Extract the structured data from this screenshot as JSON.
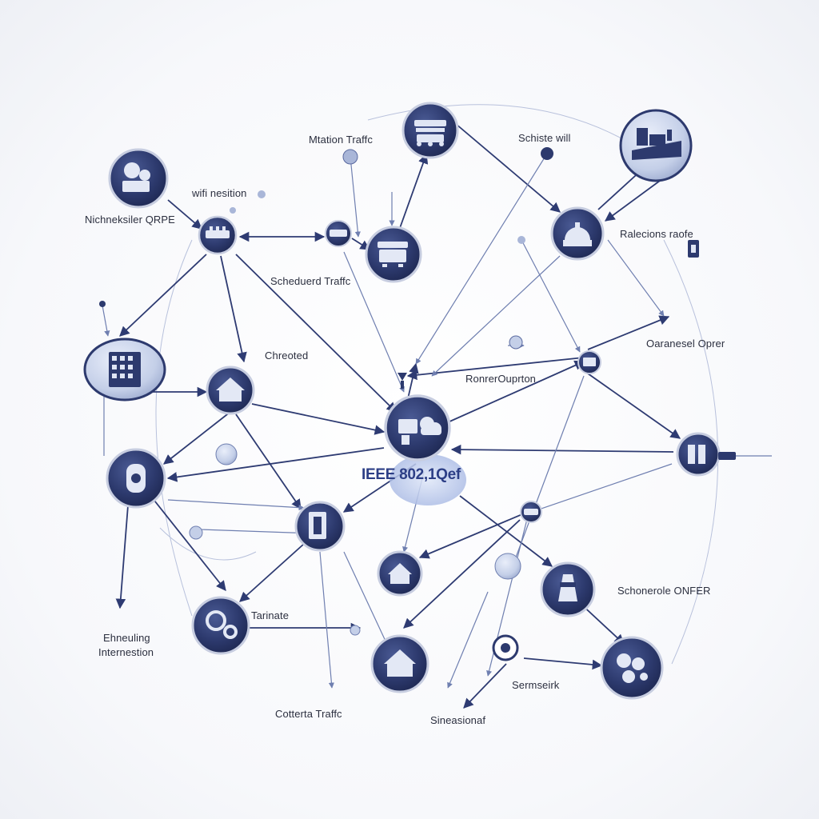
{
  "labels": {
    "station_traffic": "Mtation Traffc",
    "schiste_will": "Schiste will",
    "wifi_nesition": "wifi nesition",
    "nichneksiler": "Nichneksiler QRPE",
    "scheduled_traffic": "Scheduerd Traffc",
    "ralecions_raofe": "Ralecions raofe",
    "chreoted": "Chreoted",
    "oaranesel_oprer": "Oaranesel Oprer",
    "rontrer_ouprton": "RonrerOuprton",
    "ieee_standard": "IEEE 802,1Qef",
    "schonerole_onfer": "Schonerole ONFER",
    "tarinate": "Tarinate",
    "ehneuling": "Ehneuling",
    "internestion": "Internestion",
    "sermseirk": "Sermseirk",
    "cotterta_traffic": "Cotterta Traffc",
    "sineasionaf": "Sineasionaf"
  },
  "colors": {
    "node_fill": "#2d3a6e",
    "node_ring": "#c7cde0",
    "edge": "#2e3b72",
    "edge_faint": "#8e9cc4",
    "accent_glow": "#c9d6f2"
  },
  "nodes": [
    {
      "id": "top-conveyor",
      "icon": "conveyor-icon",
      "kind": "hub"
    },
    {
      "id": "top-right-factory",
      "icon": "factory-icon",
      "kind": "hub"
    },
    {
      "id": "left-top-gear",
      "icon": "gear-icon",
      "kind": "hub"
    },
    {
      "id": "left-switch",
      "icon": "switch-icon",
      "kind": "device"
    },
    {
      "id": "small-router",
      "icon": "router-icon",
      "kind": "device"
    },
    {
      "id": "mid-machine",
      "icon": "machine-icon",
      "kind": "hub"
    },
    {
      "id": "right-dome",
      "icon": "dome-building-icon",
      "kind": "hub"
    },
    {
      "id": "left-building",
      "icon": "office-building-icon",
      "kind": "hub"
    },
    {
      "id": "house-left",
      "icon": "house-icon",
      "kind": "hub"
    },
    {
      "id": "center-cloud",
      "icon": "cloud-factory-icon",
      "kind": "core"
    },
    {
      "id": "small-switch-right",
      "icon": "switch-icon",
      "kind": "device"
    },
    {
      "id": "right-server",
      "icon": "server-icon",
      "kind": "hub"
    },
    {
      "id": "left-speaker",
      "icon": "speaker-icon",
      "kind": "hub"
    },
    {
      "id": "center-door",
      "icon": "door-icon",
      "kind": "hub"
    },
    {
      "id": "small-connector",
      "icon": "connector-icon",
      "kind": "device"
    },
    {
      "id": "small-house",
      "icon": "house-icon",
      "kind": "hub"
    },
    {
      "id": "right-tower",
      "icon": "tower-icon",
      "kind": "hub"
    },
    {
      "id": "bottom-left-gear",
      "icon": "gear-icon",
      "kind": "hub"
    },
    {
      "id": "bottom-house",
      "icon": "house-icon",
      "kind": "hub"
    },
    {
      "id": "bottom-ring",
      "icon": "ring-icon",
      "kind": "device"
    },
    {
      "id": "bottom-right-cluster",
      "icon": "cluster-icon",
      "kind": "hub"
    }
  ]
}
